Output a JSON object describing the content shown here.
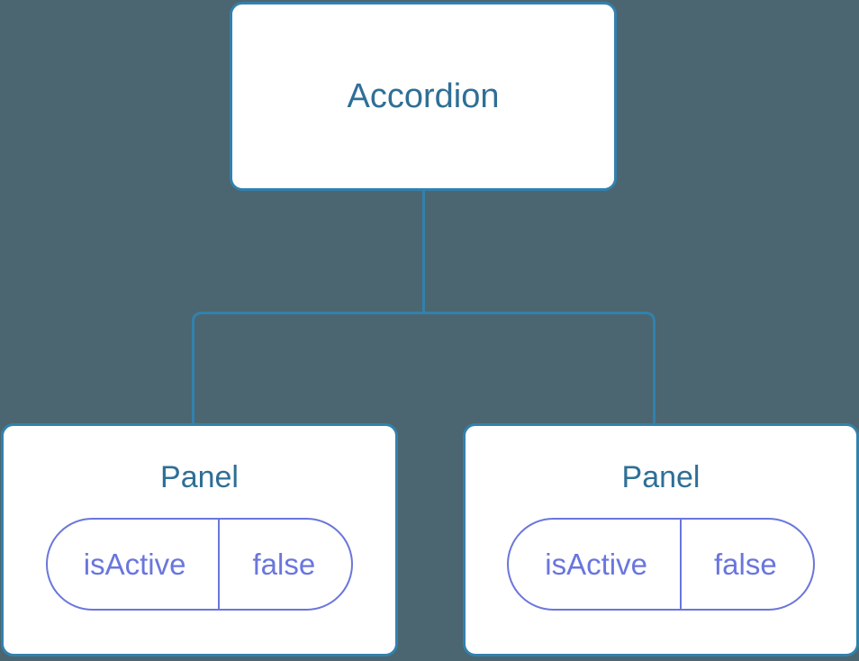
{
  "diagram": {
    "type": "component-tree",
    "background_color": "#4b6670",
    "node_border_color": "#3281ad",
    "node_title_color": "#2e6f96",
    "pill_color": "#6a76dc",
    "connector_color": "#3281ad",
    "root": {
      "title": "Accordion"
    },
    "children": [
      {
        "title": "Panel",
        "state": {
          "key": "isActive",
          "value": "false"
        }
      },
      {
        "title": "Panel",
        "state": {
          "key": "isActive",
          "value": "false"
        }
      }
    ]
  }
}
